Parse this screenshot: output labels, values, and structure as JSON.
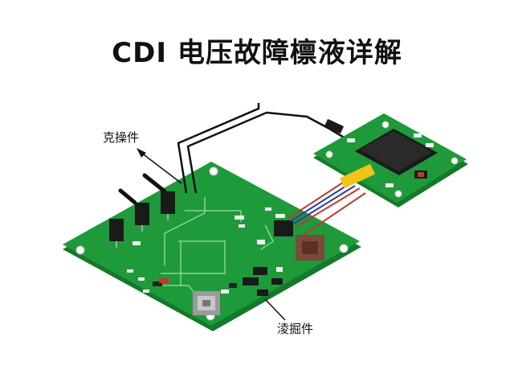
{
  "title": "CDI 电压故障檩液详解",
  "labels": {
    "top_component": "克操件",
    "bottom_component": "淩掘件"
  },
  "colors": {
    "pcb_green": "#1f9a3a",
    "pcb_dark_edge": "#137a2a",
    "trace_light": "#d6f2d2",
    "wire_red": "#c0392b",
    "wire_blue": "#2c3e9b",
    "chip_black": "#1a1a1a",
    "capacitor_yellow": "#f2c318",
    "connector_brown": "#7b4a3a"
  }
}
